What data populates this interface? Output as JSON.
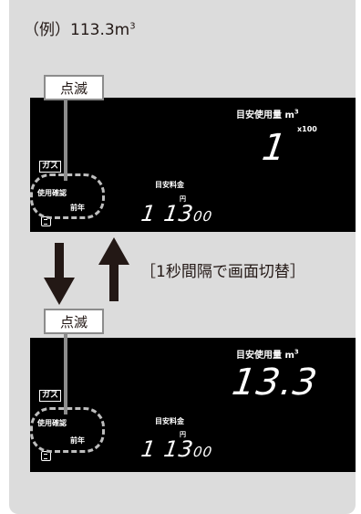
{
  "example": {
    "prefix": "（例）113.3m",
    "sup": "3"
  },
  "blink_label": "点滅",
  "switch_note": "［1秒間隔で画面切替］",
  "screen1": {
    "usage_label": "目安使用量 m",
    "usage_sup": "3",
    "multiplier": "x100",
    "usage_value": "1",
    "gas_badge": "ガス",
    "confirm_label": "使用確認",
    "prev_year": "前年",
    "fee_label": "目安料金",
    "yen": "円",
    "fee_main": "1 13",
    "fee_small": "00"
  },
  "screen2": {
    "usage_label": "目安使用量 m",
    "usage_sup": "3",
    "usage_value": "13.3",
    "gas_badge": "ガス",
    "confirm_label": "使用確認",
    "prev_year": "前年",
    "fee_label": "目安料金",
    "yen": "円",
    "fee_main": "1 13",
    "fee_small": "00"
  },
  "colors": {
    "panel": "#dcdcdc",
    "screen": "#000000",
    "arrow": "#231815",
    "leader": "#8c8c8c"
  }
}
